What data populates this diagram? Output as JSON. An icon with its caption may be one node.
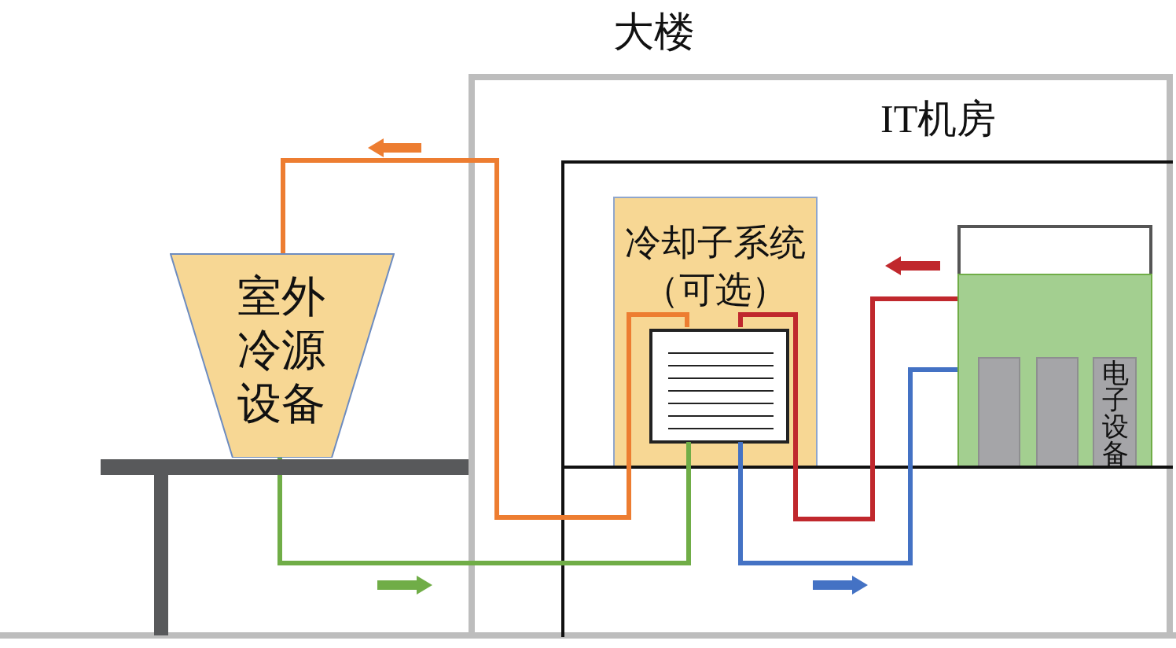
{
  "diagram": {
    "nodes": [
      {
        "text": [
          "大楼"
        ]
      },
      {
        "text": [
          "IT机房"
        ],
        "in": 0
      },
      {
        "text": [
          "冷却子系统（可选）"
        ],
        "in": 1
      },
      {
        "text": [],
        "shape": "box",
        "in": 2
      },
      {
        "text": [
          "室外冷源设备"
        ]
      },
      {
        "text": [],
        "shape": "box",
        "in": 1
      },
      {
        "text": [],
        "shape": "bar",
        "in": 5
      },
      {
        "text": [],
        "shape": "bar",
        "in": 5
      },
      {
        "text": [
          "电子设备"
        ],
        "in": 5
      }
    ],
    "edges": [
      {
        "from": 3,
        "to": 4,
        "arrow": "none",
        "color": "#ed7d31"
      },
      {
        "from": 4,
        "to": 3,
        "arrow": "none",
        "color": "#70ad47"
      },
      {
        "from": 5,
        "to": 3,
        "arrow": "none",
        "color": "#c0282d"
      },
      {
        "from": 3,
        "to": 5,
        "arrow": "none",
        "color": "#4472c4"
      }
    ]
  }
}
